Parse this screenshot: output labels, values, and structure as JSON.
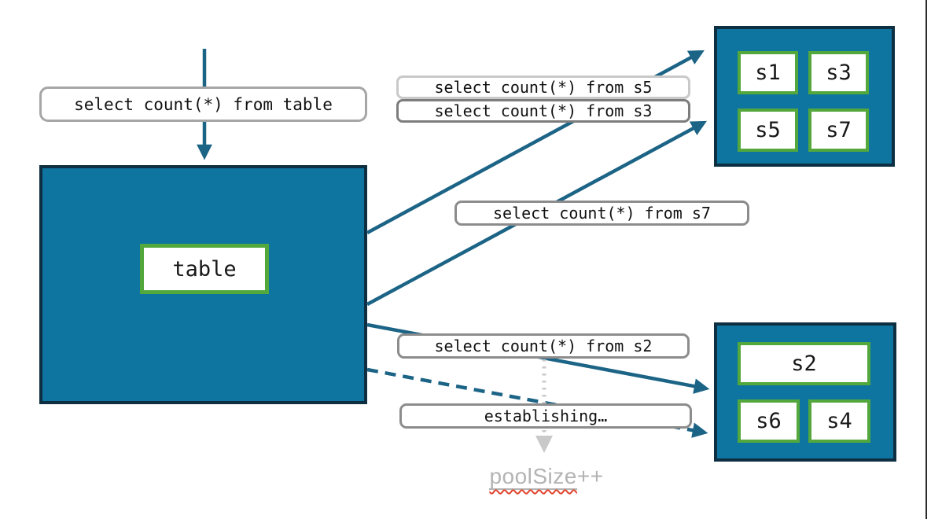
{
  "colors": {
    "teal": "#0e74a0",
    "navy": "#0e2f42",
    "green": "#52a83c",
    "arrow": "#1c6486",
    "label_border_light": "#c9c9c9",
    "label_border_mid": "#a6a6a6",
    "label_border_dark": "#7d7d7d",
    "label_border_gray": "#8c8c8c",
    "dotted_arrow_gray": "#c9c9c9",
    "pool_text_gray": "#b3b3b3",
    "squiggle_red": "#e0442e",
    "edge_line": "#2b2b2b"
  },
  "queries": {
    "from_table": "select count(*) from table",
    "from_s5": "select count(*) from s5",
    "from_s3": "select count(*) from s3",
    "from_s7": "select count(*) from s7",
    "from_s2": "select count(*) from s2",
    "establishing": "establishing…"
  },
  "nodes": {
    "table": "table",
    "shards_top": [
      "s1",
      "s3",
      "s5",
      "s7"
    ],
    "shards_bottom": [
      "s2",
      "s6",
      "s4"
    ]
  },
  "pool_size": {
    "word": "poolSize",
    "suffix": "++"
  }
}
